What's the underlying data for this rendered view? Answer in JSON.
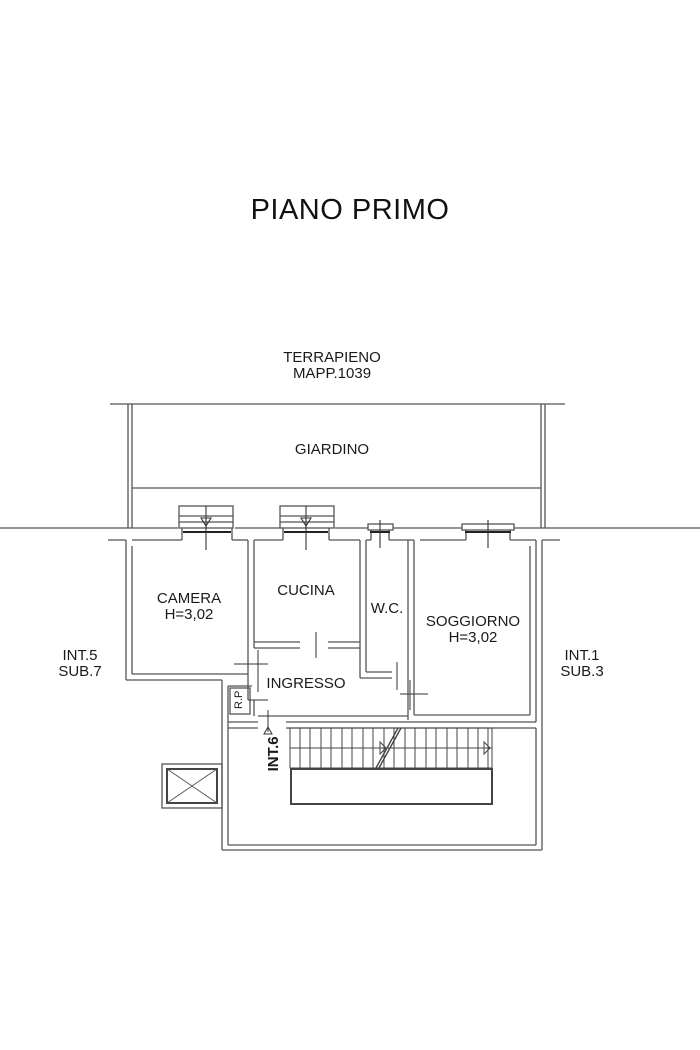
{
  "title": "PIANO PRIMO",
  "neighbors": {
    "north": {
      "line1": "TERRAPIENO",
      "line2": "MAPP.1039"
    },
    "west": {
      "line1": "INT.5",
      "line2": "SUB.7"
    },
    "east": {
      "line1": "INT.1",
      "line2": "SUB.3"
    }
  },
  "outdoor": {
    "garden": "GIARDINO"
  },
  "rooms": {
    "camera": {
      "name": "CAMERA",
      "height": "H=3,02"
    },
    "cucina": {
      "name": "CUCINA"
    },
    "wc": {
      "name": "W.C."
    },
    "soggiorno": {
      "name": "SOGGIORNO",
      "height": "H=3,02"
    },
    "ingresso": {
      "name": "INGRESSO"
    }
  },
  "annotations": {
    "rp": "R.P",
    "int6": "INT.6"
  },
  "colors": {
    "line": "#555555",
    "line_dark": "#222222",
    "text": "#1a1a1a",
    "background": "#ffffff"
  }
}
